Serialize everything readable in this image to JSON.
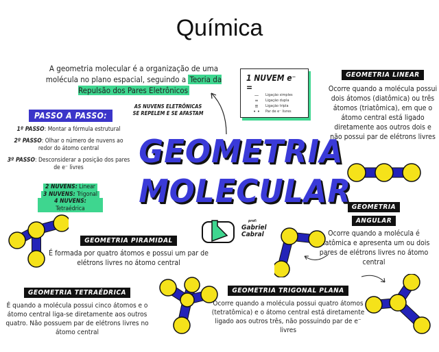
{
  "header": {
    "title": "Química"
  },
  "intro": {
    "text_before": "A geometria molecular é a organização de uma molécula no plano espacial, seguindo a ",
    "highlight": "Teoria da Repulsão dos Pares Eletrônicos"
  },
  "repulsion_note": {
    "line1": "AS NUVENS ELETRÔNICAS",
    "line2": "SE REPELEM E SE AFASTAM"
  },
  "steps": {
    "badge": "PASSO A PASSO:",
    "items": [
      {
        "label": "1º PASSO",
        "text": ": Montar a fórmula estrutural"
      },
      {
        "label": "2º PASSO",
        "text": ": Olhar o número de nuvens ao redor do átomo central"
      },
      {
        "label": "3º PASSO",
        "text": ": Desconsiderar a posição dos pares de e⁻ livres"
      }
    ],
    "clouds": [
      {
        "label": "2 NUVENS:",
        "value": " Linear"
      },
      {
        "label": "3 NUVENS:",
        "value": " Trigonal"
      },
      {
        "label": "4 NUVENS:",
        "value": " Tetraédrica"
      }
    ]
  },
  "legend": {
    "title": "1 NUVEM e⁻ =",
    "items": [
      {
        "symbol": "—",
        "label": "Ligação simples"
      },
      {
        "symbol": "═",
        "label": "Ligação dupla"
      },
      {
        "symbol": "≡",
        "label": "Ligação tripla"
      },
      {
        "symbol": "• •",
        "label": "Par de e⁻ livres"
      }
    ]
  },
  "main_title": {
    "line1": "GEOMETRIA",
    "line2": "MOLECULAR"
  },
  "sections": {
    "linear": {
      "title": "GEOMETRIA LINEAR",
      "text": "Ocorre quando a molécula possui dois átomos (diatômica) ou três átomos (triatômica), em que o átomo central está ligado diretamente aos outros dois e não possui par de elétrons livres"
    },
    "angular": {
      "title_line1": "GEOMETRIA",
      "title_line2": "ANGULAR",
      "text": "Ocorre quando a molécula é triatômica e apresenta um ou dois pares de elétrons livres no átomo central"
    },
    "piramidal": {
      "title": "GEOMETRIA PIRAMIDAL",
      "text": "É formada por quatro átomos e possui um par de elétrons livres no átomo central"
    },
    "tetraedrica": {
      "title": "GEOMETRIA TETRAÉDRICA",
      "text": "É quando a molécula possui cinco átomos e o átomo central liga-se diretamente aos outros quatro. Não possuem par de elétrons livres no átomo central"
    },
    "trigonal": {
      "title": "GEOMETRIA TRIGONAL PLANA",
      "text": "Ocorre quando a molécula possui quatro átomos (tetratômica) e o átomo central está diretamente ligado aos outros três, não possuindo par de e⁻ livres"
    }
  },
  "logo": {
    "prefix": "prof:",
    "name_line1": "Gabriel",
    "name_line2": "Cabral"
  },
  "colors": {
    "accent_green": "#3ed68f",
    "accent_blue": "#3b35c9",
    "title_blue": "#3a3ad8",
    "atom_yellow": "#f5e21a",
    "bond_blue": "#2323b8"
  }
}
